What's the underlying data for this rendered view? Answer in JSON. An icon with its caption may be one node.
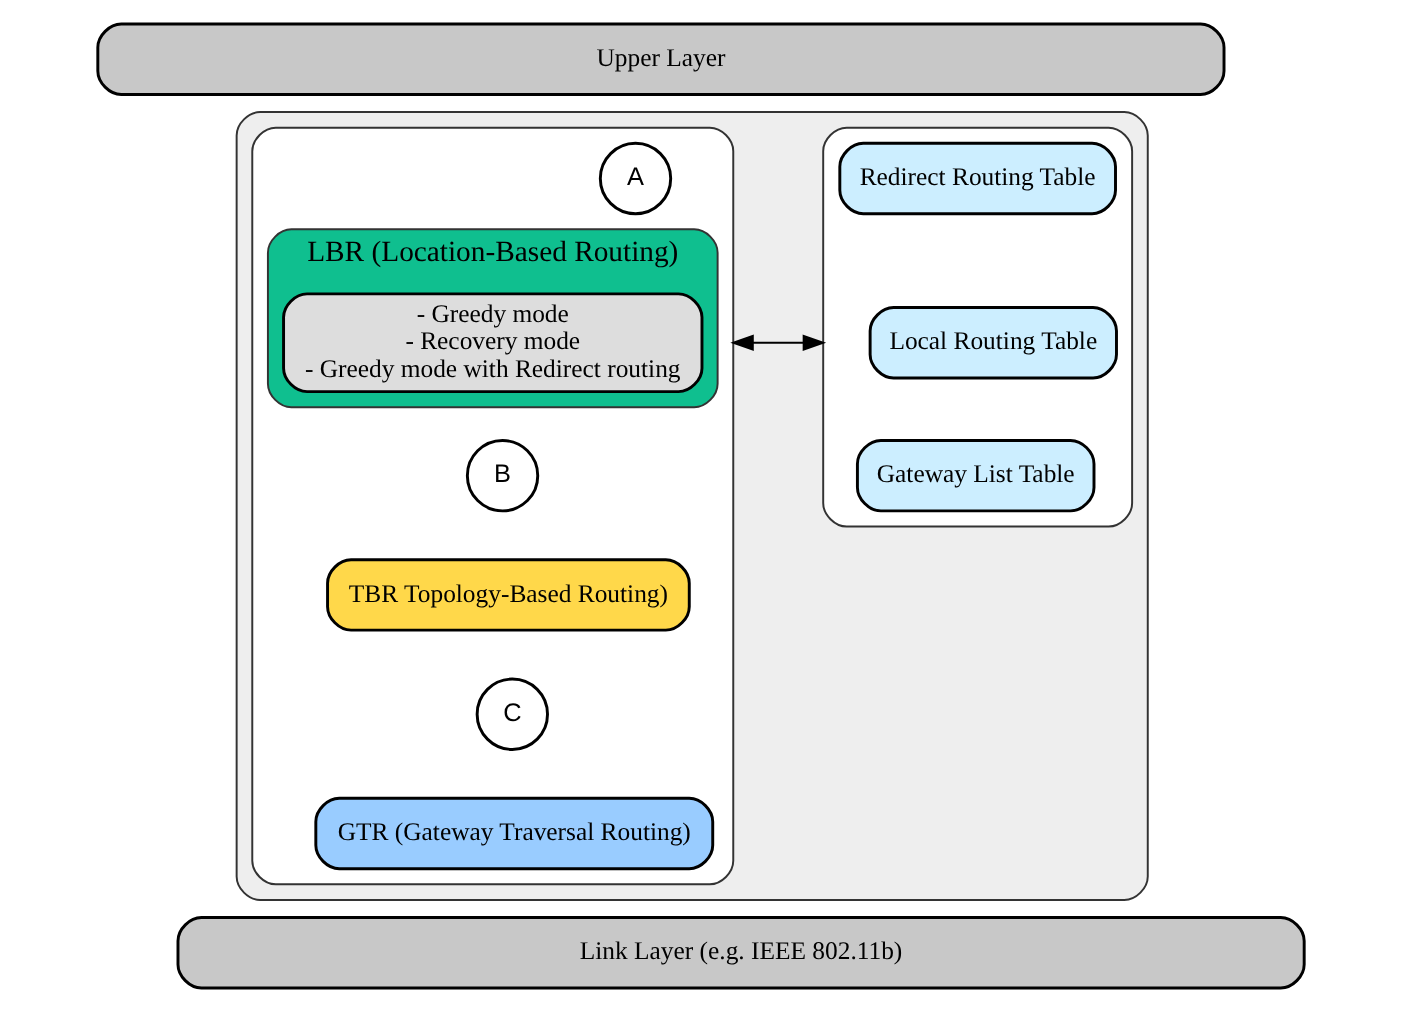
{
  "diagram": {
    "nodes": [
      {
        "text": [
          "Upper Layer"
        ]
      },
      {
        "text": [],
        "shape": "box"
      },
      {
        "text": [],
        "shape": "box",
        "in": 1
      },
      {
        "text": [
          "LBR (Location-Based Routing)"
        ],
        "in": 2
      },
      {
        "text": [
          "A"
        ],
        "in": 2
      },
      {
        "text": [
          "- Greedy mode",
          "- Recovery mode",
          "- Greedy mode with Redirect routing"
        ],
        "in": 3
      },
      {
        "text": [
          "B"
        ],
        "in": 2
      },
      {
        "text": [
          "TBR Topology-Based Routing)"
        ],
        "in": 2
      },
      {
        "text": [
          "C"
        ],
        "in": 2
      },
      {
        "text": [
          "GTR (Gateway Traversal Routing)"
        ],
        "in": 2
      },
      {
        "text": [],
        "shape": "box",
        "in": 1
      },
      {
        "text": [
          "Redirect Routing Table"
        ],
        "in": 10
      },
      {
        "text": [
          "Local Routing Table"
        ],
        "in": 10
      },
      {
        "text": [
          "Gateway List Table"
        ],
        "in": 10
      },
      {
        "text": [
          "Link Layer (e.g. IEEE 802.11b)"
        ]
      }
    ],
    "edges": [
      {
        "from": 2,
        "to": 10,
        "arrow": "both"
      }
    ]
  }
}
